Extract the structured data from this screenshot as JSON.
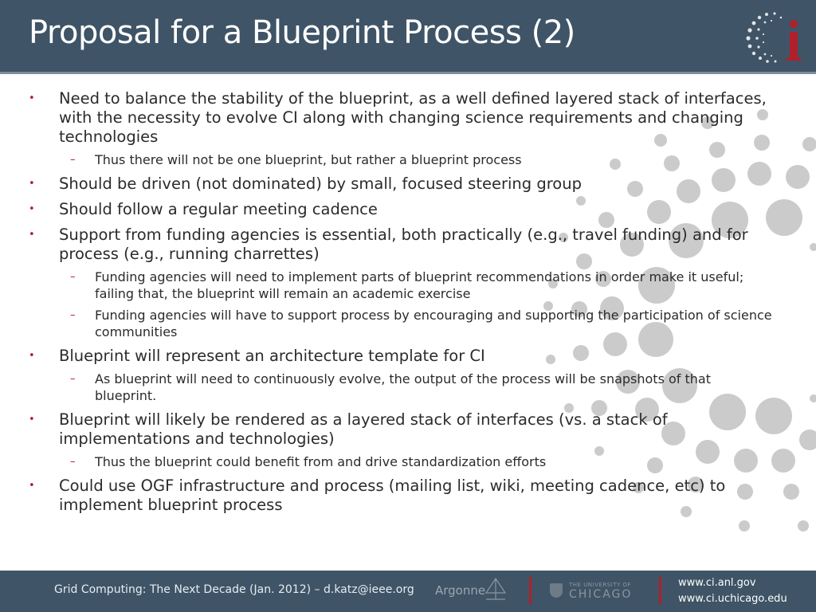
{
  "header": {
    "title": "Proposal for a Blueprint Process (2)",
    "logo_icon": "ci-logo-icon",
    "colors": {
      "bar": "#3f5466",
      "accent": "#b0202a"
    }
  },
  "bullets": [
    {
      "text": "Need to balance the stability of the blueprint, as a well defined layered stack of interfaces, with the necessity to evolve CI along with changing science requirements and changing technologies",
      "subs": [
        "Thus there will not be one blueprint, but rather a blueprint process"
      ]
    },
    {
      "text": "Should be driven (not dominated) by small, focused steering group",
      "subs": []
    },
    {
      "text": "Should follow a regular meeting cadence",
      "subs": []
    },
    {
      "text": "Support from funding agencies is essential, both practically (e.g., travel funding) and for process (e.g., running charrettes)",
      "subs": [
        "Funding agencies will need to implement parts of blueprint recommendations in order make it useful; failing that, the blueprint will remain an academic exercise",
        "Funding agencies will have to support process by encouraging and supporting the participation of science communities"
      ]
    },
    {
      "text": "Blueprint will represent an architecture template for CI",
      "subs": [
        "As blueprint will need to continuously evolve, the output of the process will be snapshots of that blueprint."
      ]
    },
    {
      "text": "Blueprint will likely be rendered as a layered stack of interfaces (vs. a stack of implementations and technologies)",
      "subs": [
        "Thus the blueprint could benefit from and drive standardization efforts"
      ]
    },
    {
      "text": "Could use OGF infrastructure and process (mailing list, wiki, meeting cadence, etc) to implement blueprint process",
      "subs": []
    }
  ],
  "footer": {
    "citation": "Grid Computing: The Next Decade (Jan. 2012) – d.katz@ieee.org",
    "argonne_label": "Argonne",
    "chicago_small": "THE UNIVERSITY OF",
    "chicago_big": "CHICAGO",
    "url_1": "www.ci.anl.gov",
    "url_2": "www.ci.uchicago.edu"
  }
}
